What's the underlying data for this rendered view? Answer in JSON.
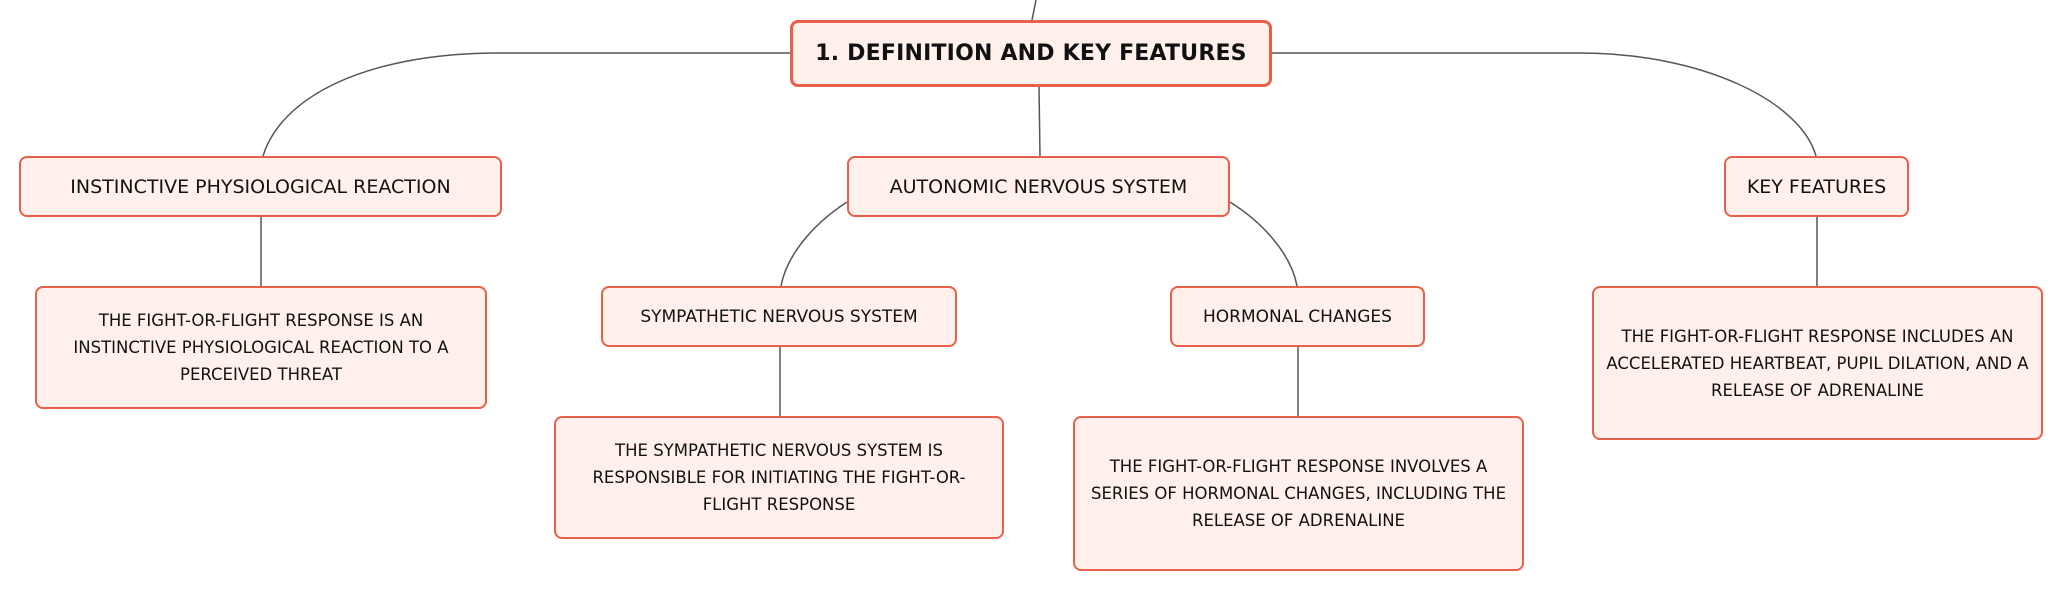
{
  "diagram": {
    "root": {
      "label": "1. DEFINITION AND KEY FEATURES"
    },
    "branches": {
      "instinctive": {
        "label": "INSTINCTIVE PHYSIOLOGICAL REACTION",
        "detail": "THE FIGHT-OR-FLIGHT RESPONSE IS AN INSTINCTIVE PHYSIOLOGICAL REACTION TO A PERCEIVED THREAT"
      },
      "autonomic": {
        "label": "AUTONOMIC NERVOUS SYSTEM",
        "children": {
          "sympathetic": {
            "label": "SYMPATHETIC NERVOUS SYSTEM",
            "detail": "THE SYMPATHETIC NERVOUS SYSTEM IS RESPONSIBLE FOR INITIATING THE FIGHT-OR-FLIGHT RESPONSE"
          },
          "hormonal": {
            "label": "HORMONAL CHANGES",
            "detail": "THE FIGHT-OR-FLIGHT RESPONSE INVOLVES A SERIES OF HORMONAL CHANGES, INCLUDING THE RELEASE OF ADRENALINE"
          }
        }
      },
      "key_features": {
        "label": "KEY FEATURES",
        "detail": "THE FIGHT-OR-FLIGHT RESPONSE INCLUDES AN ACCELERATED HEARTBEAT, PUPIL DILATION, AND A RELEASE OF ADRENALINE"
      }
    }
  },
  "colors": {
    "node_fill": "#fff0eb",
    "node_border": "#e8604a",
    "connector": "#555555",
    "text": "#111111"
  }
}
